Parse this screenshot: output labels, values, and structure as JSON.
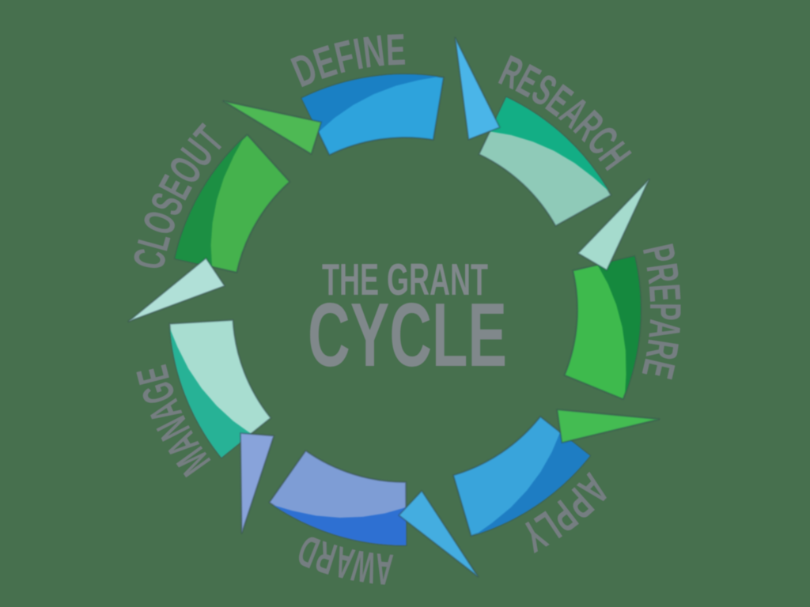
{
  "background_color": "#47704E",
  "label_color": "#7A7F86",
  "title_color": "#84898F",
  "outline_color": "rgba(45,65,78,0.42)",
  "title": {
    "line1": "THE GRANT",
    "line2": "CYCLE"
  },
  "diagram": {
    "type": "cycle",
    "direction": "clockwise",
    "stages": [
      {
        "label": "DEFINE",
        "body_color": "#2EA3DC",
        "band_color": "#1A80C4",
        "head_color": "#4AB5E8"
      },
      {
        "label": "RESEARCH",
        "body_color": "#8FCAB8",
        "band_color": "#13AE85",
        "head_color": "#A5DBCD"
      },
      {
        "label": "PREPARE",
        "body_color": "#3EBA4D",
        "band_color": "#15893E",
        "head_color": "#44BC52"
      },
      {
        "label": "APPLY",
        "body_color": "#39A4DB",
        "band_color": "#1E7DC3",
        "head_color": "#44ADE0"
      },
      {
        "label": "AWARD",
        "body_color": "#7E9DD5",
        "band_color": "#2E70D2",
        "head_color": "#88A3DA"
      },
      {
        "label": "MANAGE",
        "body_color": "#A8DDD0",
        "band_color": "#27B296",
        "head_color": "#B0E0D7"
      },
      {
        "label": "CLOSEOUT",
        "body_color": "#45B24D",
        "band_color": "#1C8F43",
        "head_color": "#4EB954"
      }
    ]
  }
}
